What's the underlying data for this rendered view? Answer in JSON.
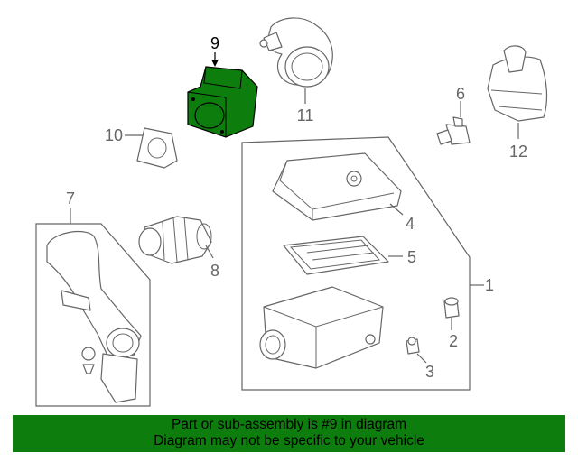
{
  "diagram": {
    "highlight_color": "#0d7d0d",
    "callouts": [
      {
        "id": "9",
        "label": "9"
      },
      {
        "id": "11",
        "label": "11"
      },
      {
        "id": "6",
        "label": "6"
      },
      {
        "id": "10",
        "label": "10"
      },
      {
        "id": "12",
        "label": "12"
      },
      {
        "id": "7",
        "label": "7"
      },
      {
        "id": "4",
        "label": "4"
      },
      {
        "id": "8",
        "label": "8"
      },
      {
        "id": "5",
        "label": "5"
      },
      {
        "id": "1",
        "label": "1"
      },
      {
        "id": "2",
        "label": "2"
      },
      {
        "id": "3",
        "label": "3"
      }
    ]
  },
  "banner": {
    "line1": "Part or sub-assembly is #9 in diagram",
    "line2": "Diagram may not be specific to your vehicle",
    "background": "#0d7d0d"
  }
}
